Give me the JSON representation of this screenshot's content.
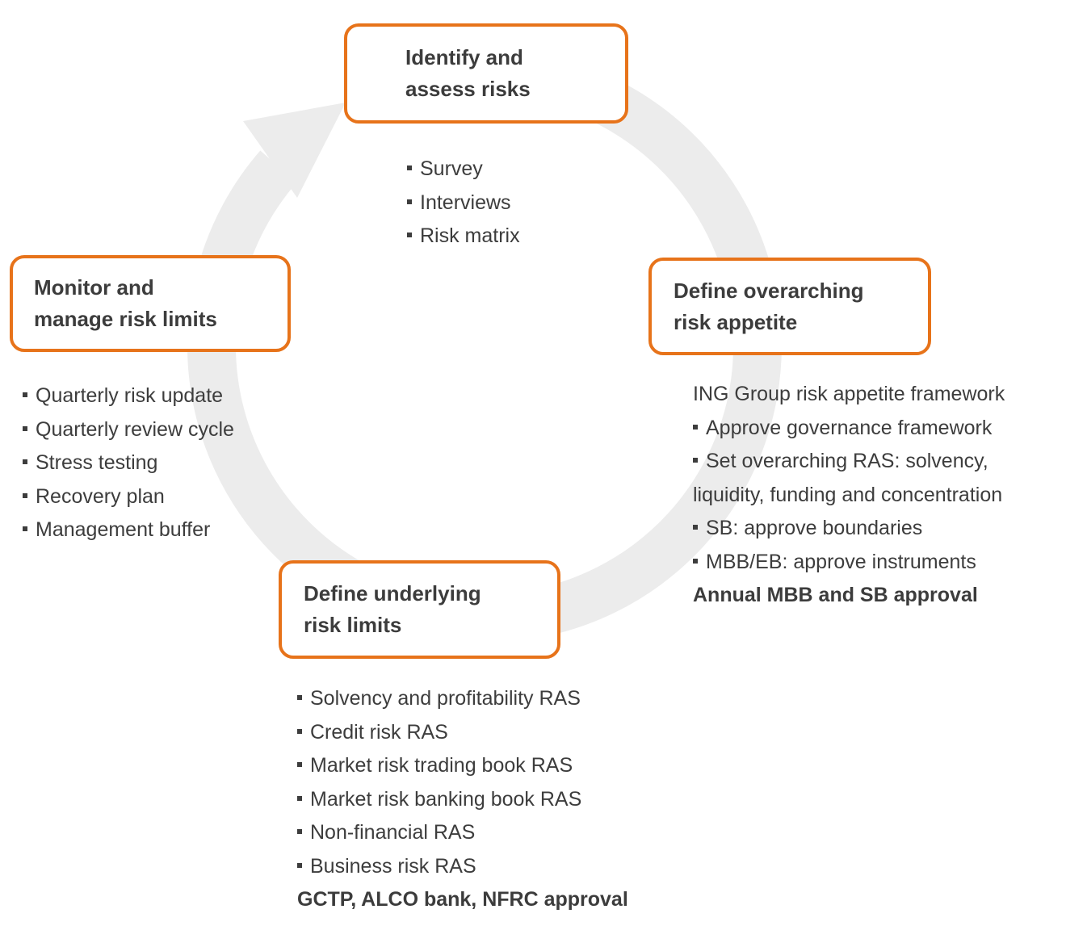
{
  "colors": {
    "accent_orange": "#e7731a",
    "text_gray": "#3d3d3d",
    "ring_gray": "#ececec"
  },
  "cycle": {
    "identify": {
      "title": [
        "Identify and",
        "assess risks"
      ],
      "items": [
        "Survey",
        "Interviews",
        "Risk matrix"
      ]
    },
    "overarching": {
      "title": [
        "Define overarching",
        "risk appetite"
      ],
      "rows": [
        {
          "text": "ING Group risk appetite framework",
          "bullet": false
        },
        {
          "text": "Approve governance framework",
          "bullet": true
        },
        {
          "text": "Set overarching RAS: solvency,",
          "bullet": true
        },
        {
          "text": "liquidity, funding and concentration",
          "bullet": false
        },
        {
          "text": "SB: approve boundaries",
          "bullet": true
        },
        {
          "text": "MBB/EB: approve instruments",
          "bullet": true
        }
      ],
      "footer": "Annual MBB and SB approval"
    },
    "underlying": {
      "title": [
        "Define underlying",
        "risk limits"
      ],
      "items": [
        "Solvency and profitability RAS",
        "Credit risk RAS",
        "Market risk trading book RAS",
        "Market risk banking book RAS",
        "Non-financial RAS",
        "Business risk RAS"
      ],
      "footer": "GCTP, ALCO bank, NFRC approval"
    },
    "monitor": {
      "title": [
        "Monitor and",
        "manage risk limits"
      ],
      "items": [
        "Quarterly risk update",
        "Quarterly review cycle",
        "Stress testing",
        "Recovery plan",
        "Management buffer"
      ]
    }
  }
}
